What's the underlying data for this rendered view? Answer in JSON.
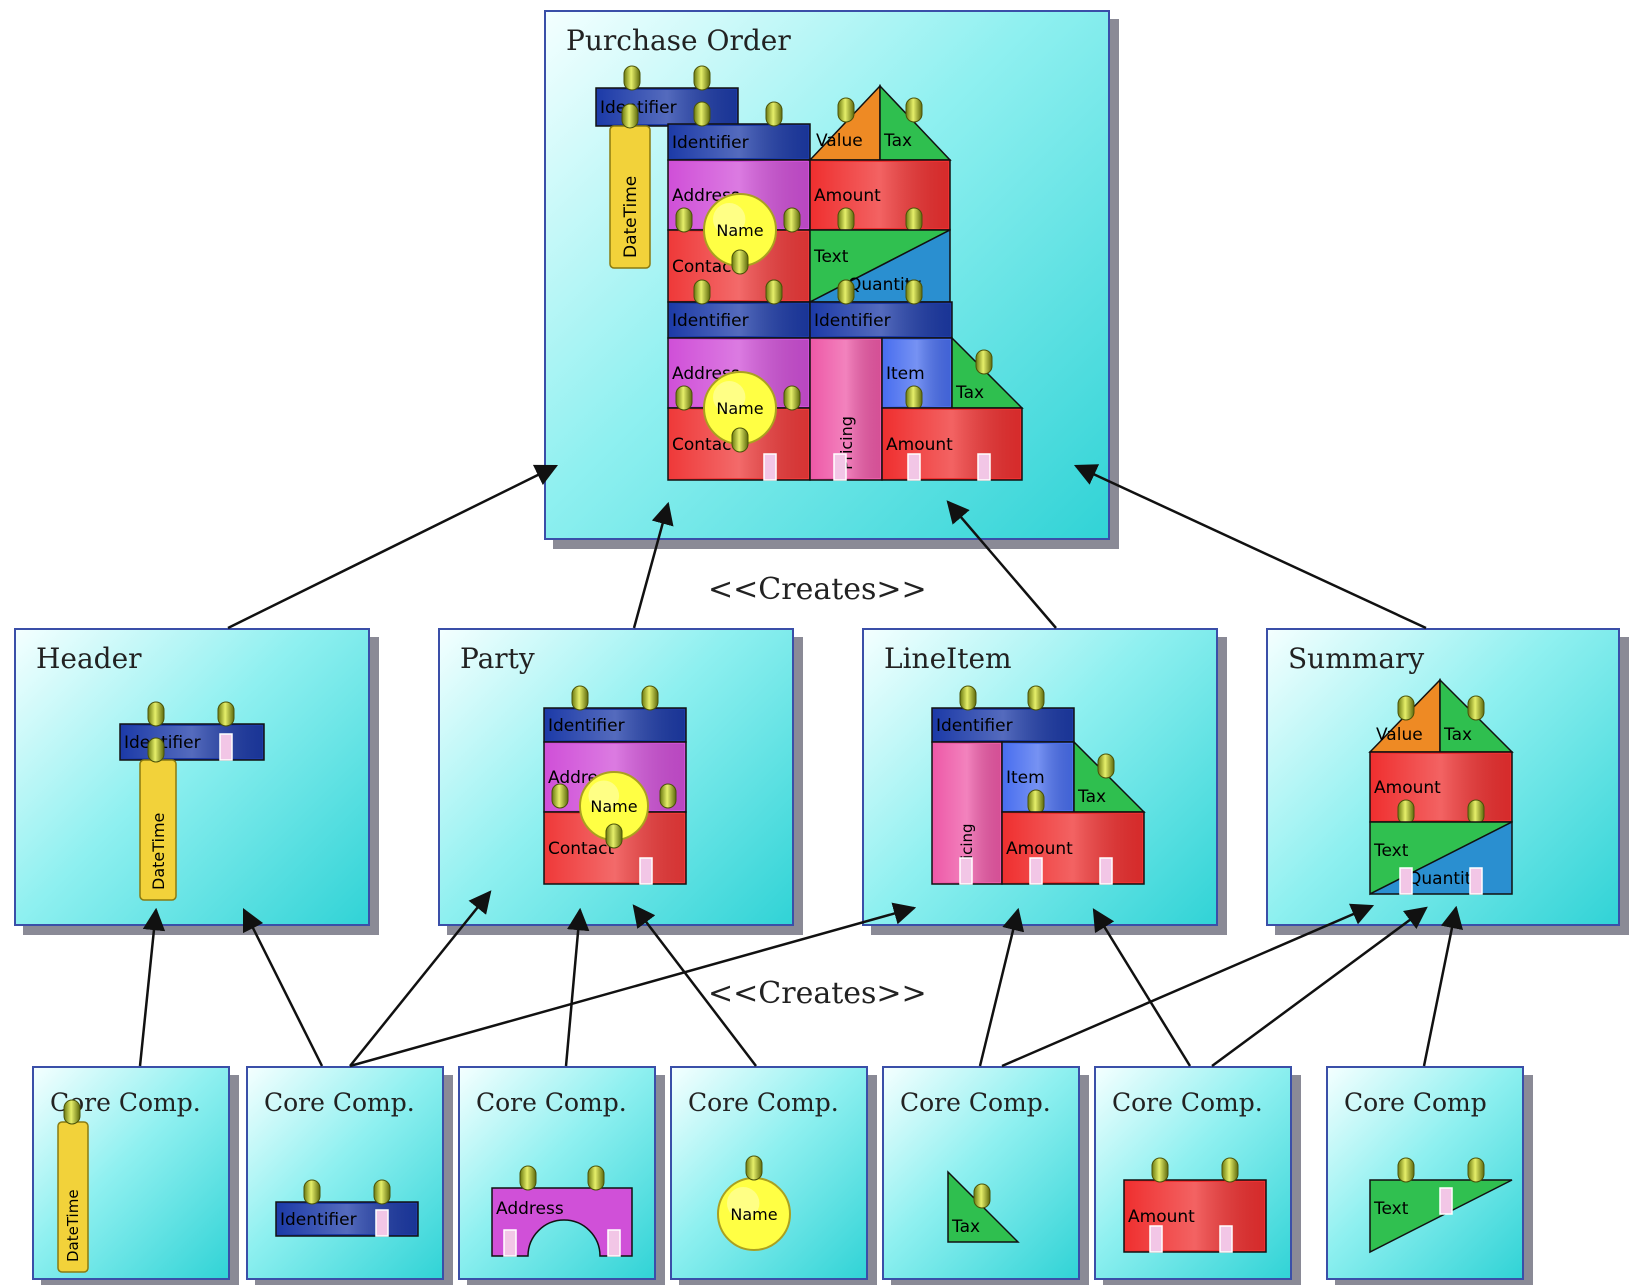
{
  "purchase_order": {
    "title": "Purchase Order"
  },
  "creates_label_top": "<<Creates>>",
  "creates_label_bottom": "<<Creates>>",
  "header": {
    "title": "Header"
  },
  "party": {
    "title": "Party"
  },
  "lineitem": {
    "title": "LineItem"
  },
  "summary": {
    "title": "Summary"
  },
  "core_components": [
    {
      "title": "Core Comp.",
      "block": "DateTime"
    },
    {
      "title": "Core Comp.",
      "block": "Identifier"
    },
    {
      "title": "Core Comp.",
      "block": "Address"
    },
    {
      "title": "Core Comp.",
      "block": "Name"
    },
    {
      "title": "Core Comp.",
      "block": "Tax"
    },
    {
      "title": "Core Comp.",
      "block": "Amount"
    },
    {
      "title": "Core Comp",
      "block": "Text"
    }
  ],
  "block_labels": {
    "identifier": "Identifier",
    "datetime": "DateTime",
    "address": "Address",
    "name": "Name",
    "contact": "Contact",
    "value": "Value",
    "tax": "Tax",
    "amount": "Amount",
    "text": "Text",
    "quantity": "Quantity",
    "item": "Item",
    "pricing": "Pricing"
  },
  "colors": {
    "identifier": "#1d3ba8",
    "datetime": "#f2d23a",
    "address": "#d050d8",
    "name": "#ffff44",
    "contact": "#ef3a3a",
    "value": "#ee8a24",
    "tax": "#2fbf4f",
    "amount": "#ef3030",
    "text": "#30c050",
    "quantity": "#2a8fd0",
    "item": "#4a6fef",
    "pricing": "#ee5aa8",
    "arrow": "#111111",
    "box_border": "#3a4fa8"
  }
}
